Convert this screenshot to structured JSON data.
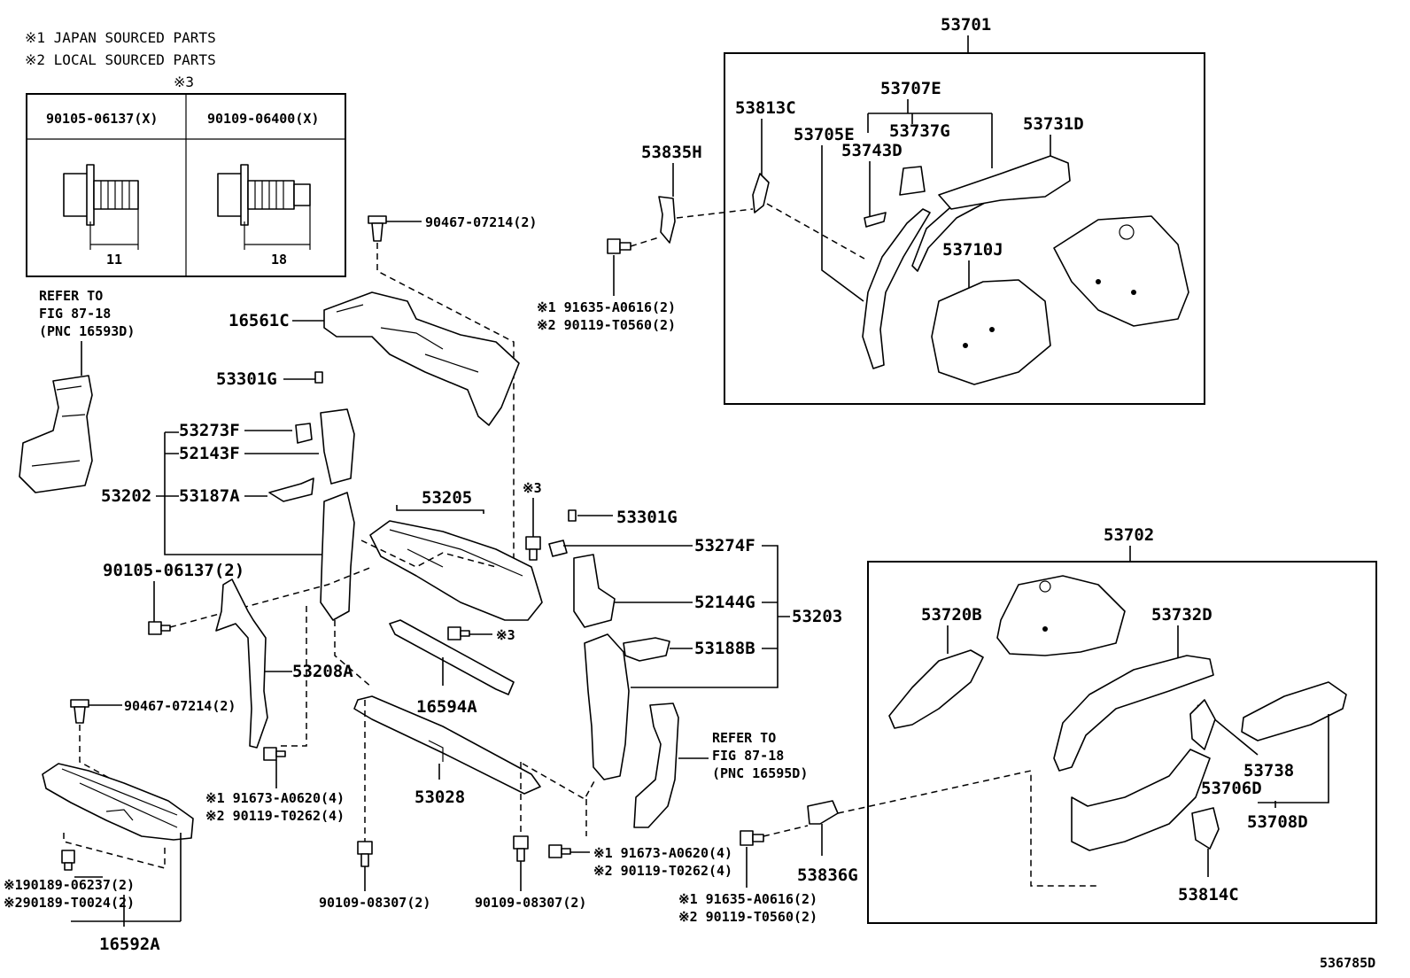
{
  "legend": {
    "note1": "※1  JAPAN SOURCED PARTS",
    "note2": "※2  LOCAL SOURCED PARTS",
    "note3": "※3"
  },
  "inset_table": {
    "col1_part": "90105-06137(X)",
    "col2_part": "90109-06400(X)",
    "col1_dim": "11",
    "col2_dim": "18"
  },
  "refer_left": {
    "line1": "REFER TO",
    "line2": "FIG 87-18",
    "line3": "(PNC 16593D)"
  },
  "refer_right": {
    "line1": "REFER TO",
    "line2": "FIG 87-18",
    "line3": "(PNC 16595D)"
  },
  "labels": {
    "p53701": "53701",
    "p53707E": "53707E",
    "p53813C": "53813C",
    "p53705E": "53705E",
    "p53737G": "53737G",
    "p53743D": "53743D",
    "p53731D": "53731D",
    "p53835H": "53835H",
    "p53710J": "53710J",
    "p90467_top": "90467-07214(2)",
    "p16561C": "16561C",
    "p91635_top_1": "※1 91635-A0616(2)",
    "p90119_top_2": "※2 90119-T0560(2)",
    "p53301G_left": "53301G",
    "p53273F": "53273F",
    "p52143F": "52143F",
    "p53202": "53202",
    "p53187A": "53187A",
    "p53205": "53205",
    "p_note3_mid": "※3",
    "p53301G_right": "53301G",
    "p53274F": "53274F",
    "p52144G": "52144G",
    "p53203": "53203",
    "p53188B": "53188B",
    "p90105_left": "90105-06137(2)",
    "p_note3_bolt": "※3",
    "p53208A": "53208A",
    "p16594A": "16594A",
    "p90467_bottom": "90467-07214(2)",
    "p91673_left_1": "※1 91673-A0620(4)",
    "p90119_left_2": "※2 90119-T0262(4)",
    "p53028": "53028",
    "p90189_1": "※190189-06237(2)",
    "p90189_2": "※290189-T0024(2)",
    "p16592A": "16592A",
    "p90109_left": "90109-08307(2)",
    "p90109_right": "90109-08307(2)",
    "p91673_right_1": "※1 91673-A0620(4)",
    "p90119_right_2": "※2 90119-T0262(4)",
    "p91635_bottom_1": "※1  91635-A0616(2)",
    "p90119_bottom_2": "※2  90119-T0560(2)",
    "p53836G": "53836G",
    "p53702": "53702",
    "p53720B": "53720B",
    "p53732D": "53732D",
    "p53738": "53738",
    "p53706D": "53706D",
    "p53708D": "53708D",
    "p53814C": "53814C",
    "figure_id": "536785D"
  }
}
